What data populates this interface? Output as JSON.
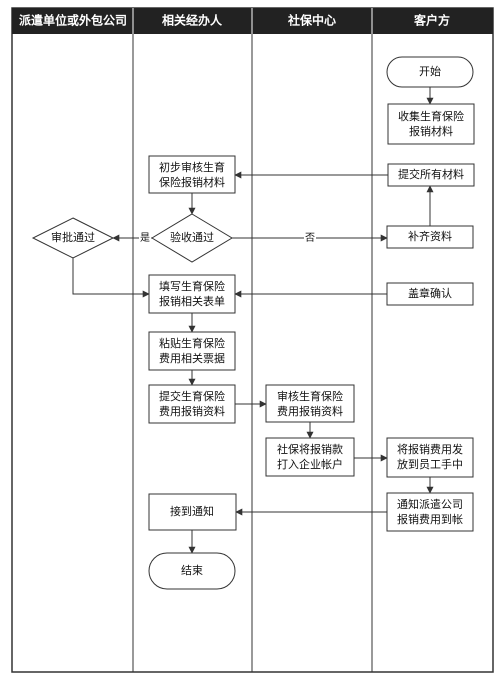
{
  "lanes": [
    {
      "id": "lane1",
      "title": "派遣单位或外包公司"
    },
    {
      "id": "lane2",
      "title": "相关经办人"
    },
    {
      "id": "lane3",
      "title": "社保中心"
    },
    {
      "id": "lane4",
      "title": "客户方"
    }
  ],
  "nodes": {
    "start": {
      "label": "开始"
    },
    "collect": {
      "label": "收集生育保险",
      "label2": "报销材料"
    },
    "submit_all": {
      "label": "提交所有材料"
    },
    "prelim_review": {
      "label": "初步审核生育",
      "label2": "保险报销材料"
    },
    "acceptance": {
      "label": "验收通过"
    },
    "supplement": {
      "label": "补齐资料"
    },
    "approval": {
      "label": "审批通过"
    },
    "fill_forms": {
      "label": "填写生育保险",
      "label2": "报销相关表单"
    },
    "stamp_confirm": {
      "label": "盖章确认"
    },
    "paste_receipts": {
      "label": "粘贴生育保险",
      "label2": "费用相关票据"
    },
    "submit_reimb": {
      "label": "提交生育保险",
      "label2": "费用报销资料"
    },
    "ss_review": {
      "label": "审核生育保险",
      "label2": "费用报销资料"
    },
    "ss_transfer": {
      "label": "社保将报销款",
      "label2": "打入企业帐户"
    },
    "distribute": {
      "label": "将报销费用发",
      "label2": "放到员工手中"
    },
    "notify": {
      "label": "通知派遣公司",
      "label2": "报销费用到帐"
    },
    "receive_notice": {
      "label": "接到通知"
    },
    "end": {
      "label": "结束"
    }
  },
  "edge_labels": {
    "yes": "是",
    "no": "否"
  }
}
